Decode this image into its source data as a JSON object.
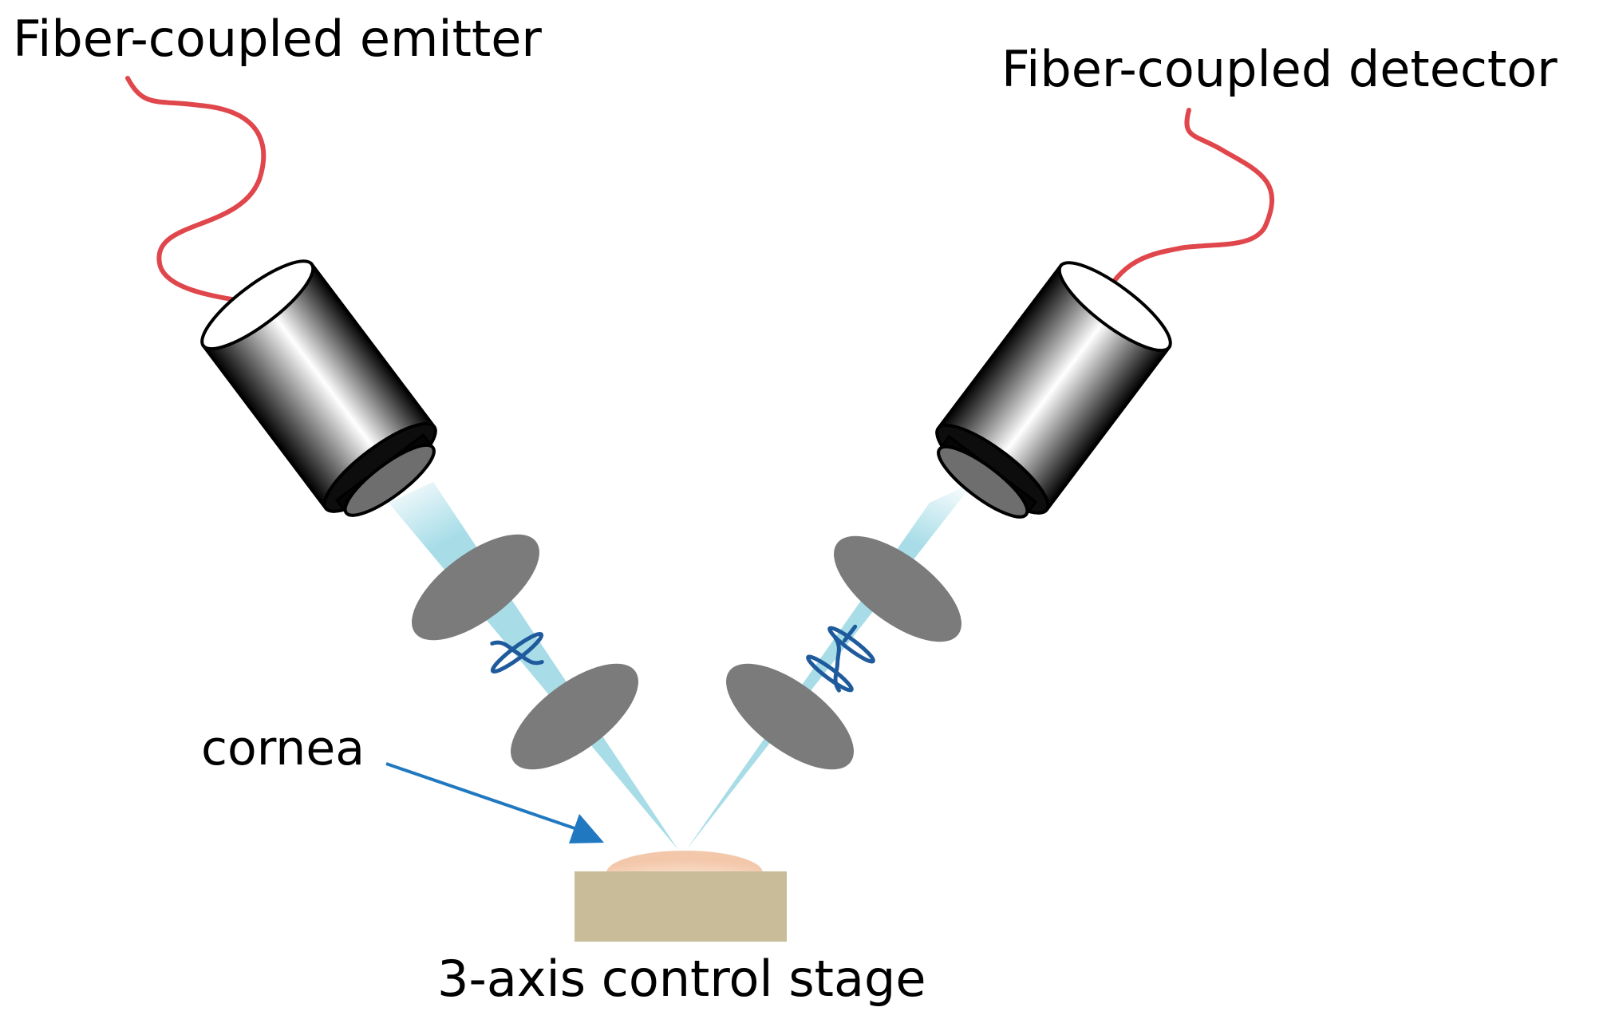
{
  "labels": {
    "emitter": "Fiber-coupled emitter",
    "detector": "Fiber-coupled detector",
    "cornea": "cornea",
    "stage": "3-axis control stage"
  },
  "colors": {
    "fiber": "#e0474c",
    "beam": "#a8dde8",
    "lens": "#7b7b7b",
    "pulse": "#1f5b9c",
    "arrow": "#2079c0",
    "stage": "#c8bd98",
    "cornea": "#f6d3bf"
  },
  "icons": {
    "emitter": "objective-lens-icon",
    "detector": "objective-lens-icon"
  }
}
